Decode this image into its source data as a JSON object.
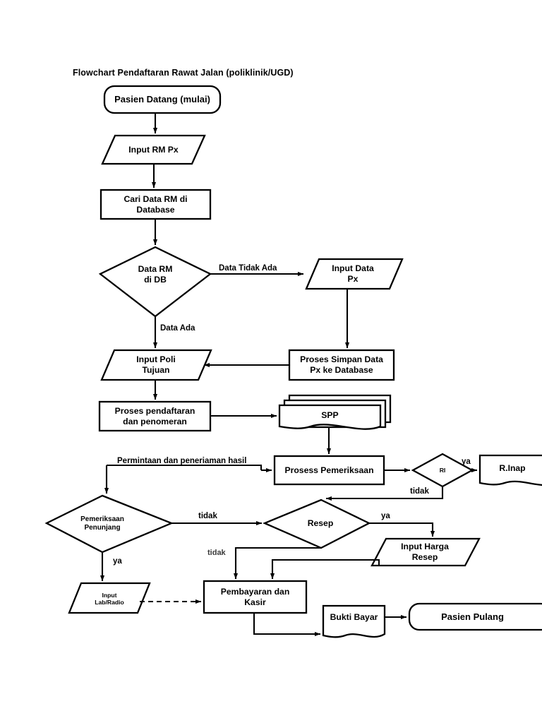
{
  "diagram": {
    "title": "Flowchart Pendaftaran Rawat Jalan (poliklinik/UGD)",
    "nodes": {
      "start": "Pasien Datang (mulai)",
      "input_rm": "Input RM Px",
      "cari_data": "Cari Data RM di Database",
      "cari_data_l1": "Cari Data RM di",
      "cari_data_l2": "Database",
      "decision_rm_l1": "Data RM",
      "decision_rm_l2": "di DB",
      "input_data_px_l1": "Input Data",
      "input_data_px_l2": "Px",
      "input_poli_l1": "Input Poli",
      "input_poli_l2": "Tujuan",
      "simpan_l1": "Proses Simpan Data",
      "simpan_l2": "Px ke Database",
      "pendaftaran_l1": "Proses pendaftaran",
      "pendaftaran_l2": "dan penomeran",
      "spp": "SPP",
      "pemeriksaan": "Prosess Pemeriksaan",
      "ri": "RI",
      "rinap": "R.Inap",
      "penunjang_l1": "Pemeriksaan",
      "penunjang_l2": "Penunjang",
      "resep": "Resep",
      "harga_l1": "Input Harga",
      "harga_l2": "Resep",
      "lab_l1": "Input",
      "lab_l2": "Lab/Radio",
      "kasir_l1": "Pembayaran dan",
      "kasir_l2": "Kasir",
      "bukti": "Bukti Bayar",
      "pulang": "Pasien Pulang"
    },
    "edge_labels": {
      "data_tidak_ada": "Data Tidak Ada",
      "data_ada": "Data Ada",
      "permintaan": "Permintaan dan peneriaman hasil",
      "ya_ri": "ya",
      "tidak_ri": "tidak",
      "tidak_penunjang": "tidak",
      "ya_penunjang": "ya",
      "ya_resep": "ya",
      "tidak_resep": "tidak"
    },
    "colors": {
      "stroke": "#000000",
      "fill": "#ffffff",
      "background": "#ffffff"
    }
  }
}
